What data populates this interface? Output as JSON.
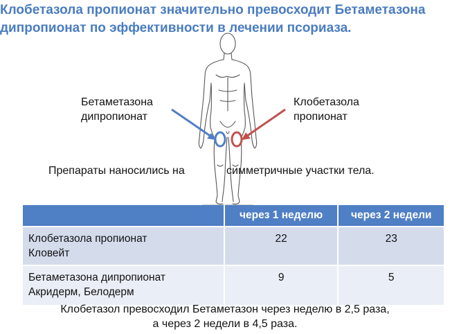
{
  "title": {
    "line1": "Клобетазола пропионат значительно превосходит Бетаметазона",
    "line2": "дипропионат по эффективности в лечении псориаза."
  },
  "figure": {
    "left_label_line1": "Бетаметазона",
    "left_label_line2": "дипропионат",
    "right_label_line1": "Клобетазола",
    "right_label_line2": "пропионат",
    "left_color": "#4f7fc4",
    "right_color": "#c0504d"
  },
  "caption": {
    "part1": "Препараты наносились на",
    "part2": "симметричные участки тела."
  },
  "table": {
    "headers": [
      "",
      "через 1 неделю",
      "через 2 недели"
    ],
    "rows": [
      {
        "name_line1": "Клобетазола пропионат",
        "name_line2": "Кловейт",
        "week1": "22",
        "week2": "23"
      },
      {
        "name_line1": "Бетаметазона дипропионат",
        "name_line2": "Акридерм, Белодерм",
        "week1": "9",
        "week2": "5"
      }
    ],
    "header_color": "#4f7fc4"
  },
  "conclusion": {
    "line1": "Клобетазол превосходил Бетаметазон через неделю в 2,5 раза,",
    "line2": "а через 2 недели в 4,5 раза."
  }
}
